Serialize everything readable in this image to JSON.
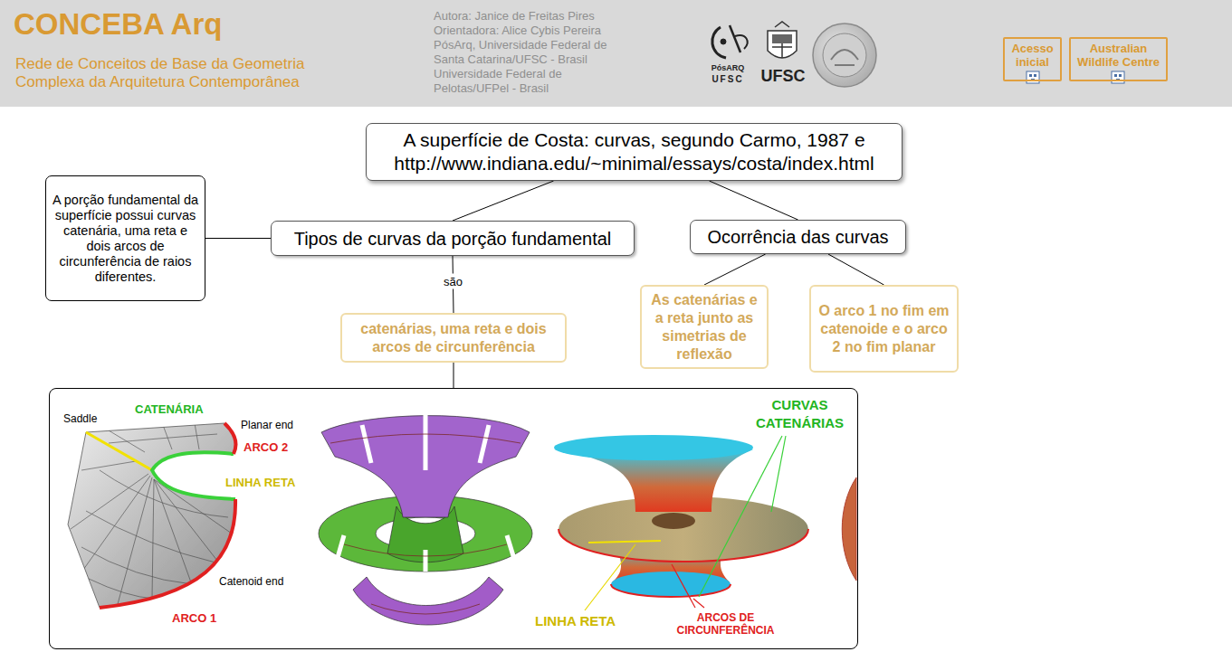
{
  "diagram": {
    "title": "CONCEBA Arq",
    "nodes": [
      {
        "text": [
          "Acesso inicial"
        ]
      },
      {
        "text": [
          "Australian Wildlife Centre"
        ]
      },
      {
        "text": [
          "A superfície de Costa: curvas, segundo Carmo, 1987 e http://www.indiana.edu/~minimal/essays/costa/index.html"
        ]
      },
      {
        "text": [
          "A porção fundamental da superfície possui curvas catenária, uma reta e dois arcos de circunferência de raios diferentes."
        ]
      },
      {
        "text": [
          "Tipos de curvas da porção fundamental"
        ]
      },
      {
        "text": [
          "Ocorrência das curvas"
        ]
      },
      {
        "text": [
          "catenárias, uma reta e dois arcos de circunferência"
        ]
      },
      {
        "text": [
          "As catenárias e a reta junto as simetrias de reflexão"
        ]
      },
      {
        "text": [
          "O arco 1 no fim em catenoide e o arco 2 no fim planar"
        ]
      },
      {
        "text": [
          "Saddle",
          "CATENÁRIA",
          "Planar end",
          "ARCO 2",
          "LINHA RETA",
          "Catenoid end",
          "ARCO 1",
          "CURVAS CATENÁRIAS",
          "LINHA RETA",
          "ARCOS DE CIRCUNFERÊNCIA"
        ]
      }
    ],
    "edges": [
      {
        "from": 2,
        "to": 4,
        "arrow": "none"
      },
      {
        "from": 2,
        "to": 5,
        "arrow": "none"
      },
      {
        "from": 4,
        "to": 3,
        "arrow": "none"
      },
      {
        "from": 4,
        "to": 6,
        "label": "são",
        "arrow": "none"
      },
      {
        "from": 5,
        "to": 7,
        "arrow": "none"
      },
      {
        "from": 5,
        "to": 8,
        "arrow": "none"
      },
      {
        "from": 6,
        "to": 9,
        "arrow": "none"
      }
    ],
    "labels": [
      "Rede de Conceitos de Base da Geometria Complexa da Arquitetura Contemporânea",
      "Autora: Janice de Freitas Pires",
      "Orientadora: Alice Cybis Pereira",
      "PósArq, Universidade Federal de Santa Catarina/UFSC - Brasil",
      "Universidade Federal de Pelotas/UFPel - Brasil",
      "PósARQ",
      "UFSC",
      "UFSC"
    ]
  }
}
